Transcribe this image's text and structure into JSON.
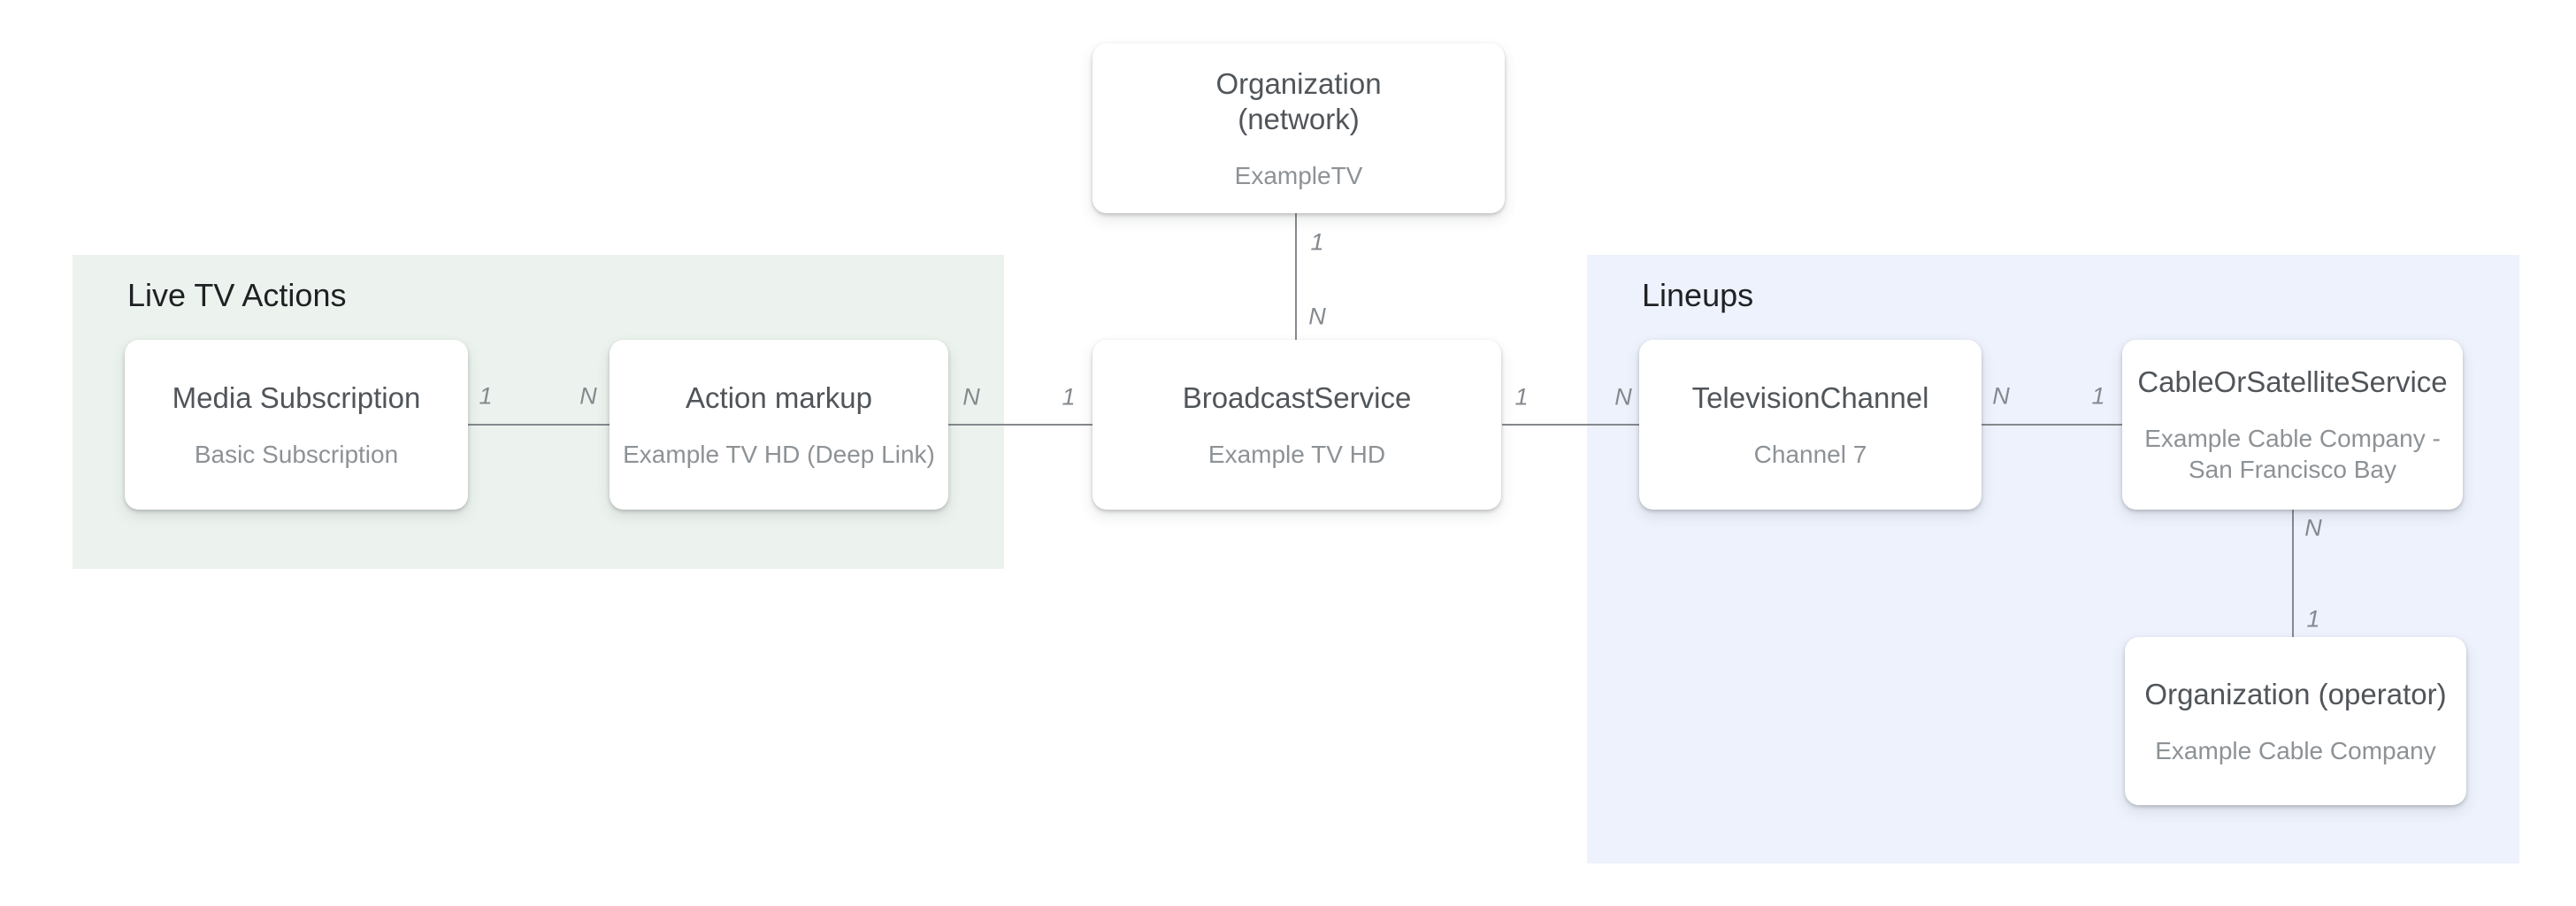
{
  "groups": [
    {
      "id": "live-tv-actions",
      "label": "Live TV Actions"
    },
    {
      "id": "lineups",
      "label": "Lineups"
    }
  ],
  "nodes": [
    {
      "id": "organization-network",
      "title_lines": [
        "Organization",
        "(network)"
      ],
      "subtitle_lines": [
        "ExampleTV"
      ]
    },
    {
      "id": "media-subscription",
      "title_lines": [
        "Media Subscription"
      ],
      "subtitle_lines": [
        "Basic Subscription"
      ]
    },
    {
      "id": "action-markup",
      "title_lines": [
        "Action markup"
      ],
      "subtitle_lines": [
        "Example TV HD (Deep Link)"
      ]
    },
    {
      "id": "broadcast-service",
      "title_lines": [
        "BroadcastService"
      ],
      "subtitle_lines": [
        "Example TV HD"
      ]
    },
    {
      "id": "television-channel",
      "title_lines": [
        "TelevisionChannel"
      ],
      "subtitle_lines": [
        "Channel 7"
      ]
    },
    {
      "id": "cable-or-satellite-service",
      "title_lines": [
        "CableOrSatelliteService"
      ],
      "subtitle_lines": [
        "Example Cable Company -",
        "San Francisco Bay"
      ]
    },
    {
      "id": "organization-operator",
      "title_lines": [
        "Organization (operator)"
      ],
      "subtitle_lines": [
        "Example Cable Company"
      ]
    }
  ],
  "edges": [
    {
      "from": "organization-network",
      "to": "broadcast-service",
      "label_from": "1",
      "label_to": "N"
    },
    {
      "from": "media-subscription",
      "to": "action-markup",
      "label_from": "1",
      "label_to": "N"
    },
    {
      "from": "action-markup",
      "to": "broadcast-service",
      "label_from": "N",
      "label_to": "1"
    },
    {
      "from": "broadcast-service",
      "to": "television-channel",
      "label_from": "1",
      "label_to": "N"
    },
    {
      "from": "television-channel",
      "to": "cable-or-satellite-service",
      "label_from": "N",
      "label_to": "1"
    },
    {
      "from": "cable-or-satellite-service",
      "to": "organization-operator",
      "label_from": "N",
      "label_to": "1"
    }
  ],
  "colors": {
    "background": "#ffffff",
    "group_live_tv_actions": "#ecf3ee",
    "group_lineups": "#edf2fc",
    "edge_line": "#85898d",
    "cardinality_label": "#84898e",
    "group_title": "#202124",
    "node_title": "#50555a",
    "node_subtitle": "#8d9296",
    "node_background": "#ffffff"
  }
}
